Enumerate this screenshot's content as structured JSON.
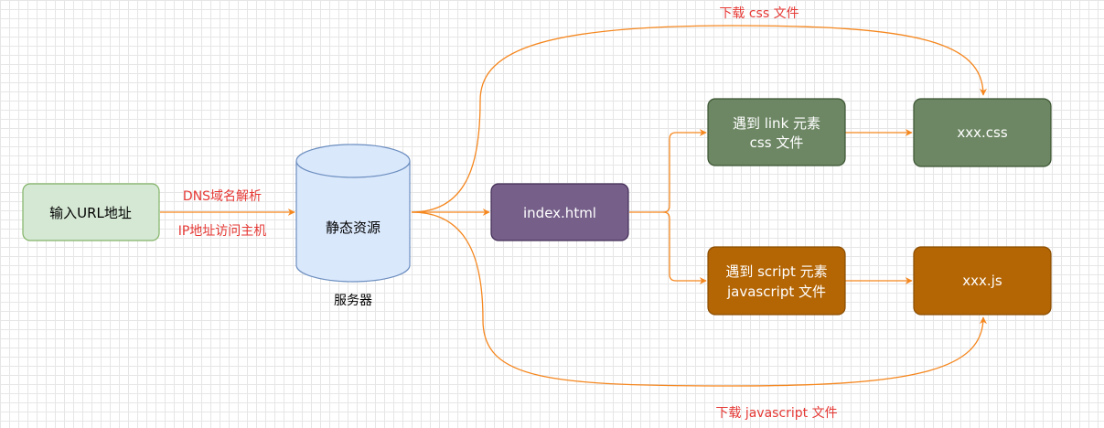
{
  "colors": {
    "edge": "#f5871f",
    "edge_label": "#e53935",
    "input_fill": "#d5e8d4",
    "input_stroke": "#82b366",
    "server_fill": "#dae8fc",
    "server_stroke": "#6c8ebf",
    "html_fill": "#76608a",
    "html_stroke": "#432d57",
    "css_fill": "#6d8764",
    "css_stroke": "#3a5431",
    "js_fill": "#b46504",
    "js_stroke": "#8a4d00"
  },
  "nodes": {
    "input_url": "输入URL地址",
    "static_resource": "静态资源",
    "server_caption": "服务器",
    "index_html": "index.html",
    "link_line1": "遇到 link 元素",
    "link_line2": "css 文件",
    "script_line1": "遇到 script 元素",
    "script_line2": "javascript 文件",
    "xxx_css": "xxx.css",
    "xxx_js": "xxx.js"
  },
  "edge_labels": {
    "dns": "DNS域名解析",
    "ip": "IP地址访问主机",
    "download_css": "下载 css 文件",
    "download_js": "下载 javascript 文件"
  }
}
